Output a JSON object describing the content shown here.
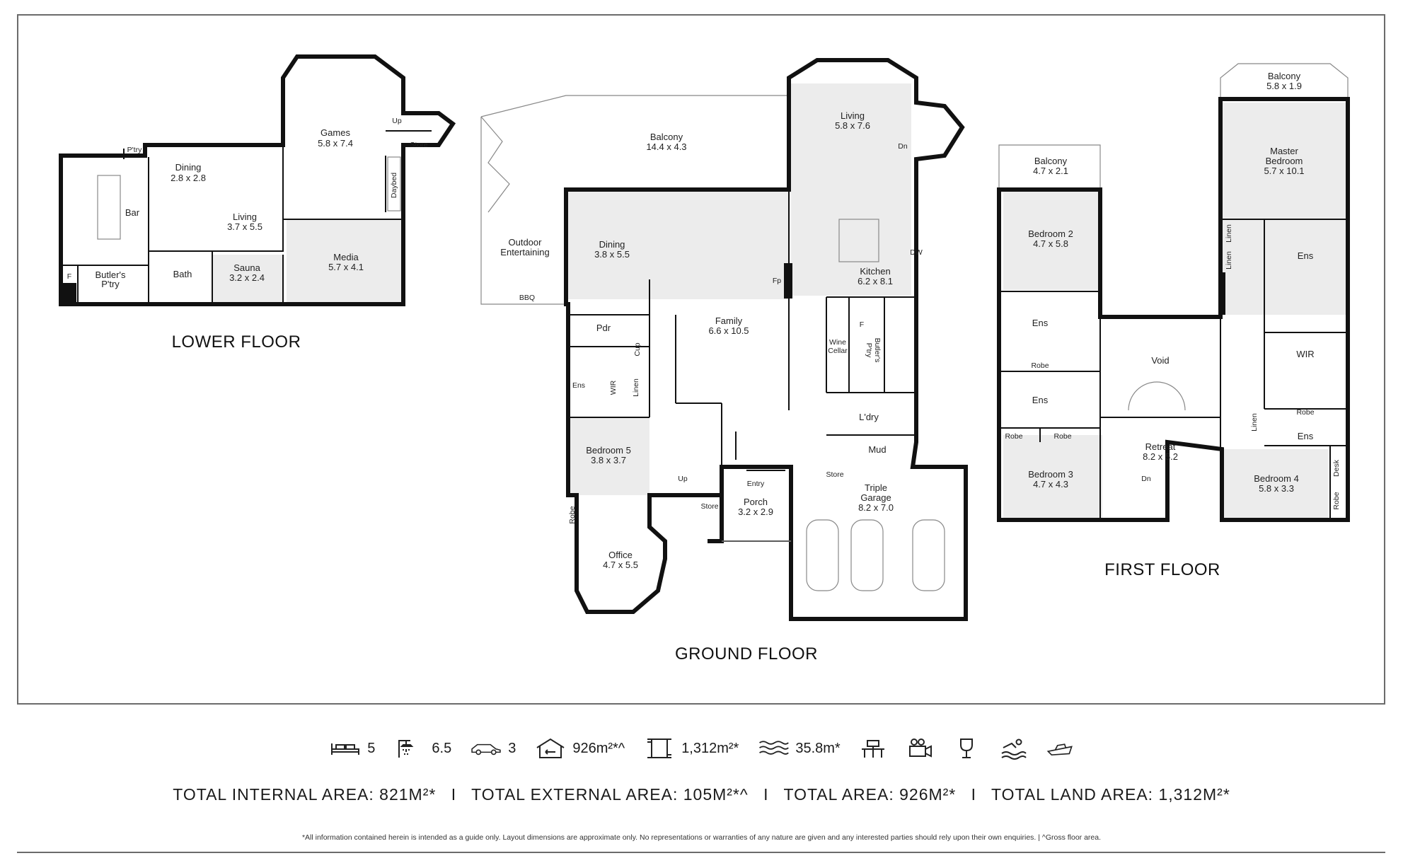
{
  "floors": {
    "lower": {
      "title": "LOWER FLOOR",
      "rooms": {
        "games": {
          "name": "Games",
          "dims": "5.8 x 7.4"
        },
        "dining": {
          "name": "Dining",
          "dims": "2.8 x 2.8"
        },
        "ptry": {
          "name": "P'try"
        },
        "bar": {
          "name": "Bar"
        },
        "living": {
          "name": "Living",
          "dims": "3.7 x 5.5"
        },
        "media": {
          "name": "Media",
          "dims": "5.7 x 4.1"
        },
        "sauna": {
          "name": "Sauna",
          "dims": "3.2 x 2.4"
        },
        "bath": {
          "name": "Bath"
        },
        "butlers": {
          "name": "Butler's",
          "name2": "P'try"
        },
        "fridge": {
          "name": "F"
        },
        "daybed": {
          "name": "Daybed"
        },
        "store": {
          "name": "Store"
        },
        "up": {
          "name": "Up"
        }
      }
    },
    "ground": {
      "title": "GROUND FLOOR",
      "rooms": {
        "balcony": {
          "name": "Balcony",
          "dims": "14.4 x 4.3"
        },
        "living": {
          "name": "Living",
          "dims": "5.8 x 7.6"
        },
        "outdoor": {
          "name": "Outdoor",
          "name2": "Entertaining"
        },
        "bbq": {
          "name": "BBQ"
        },
        "dining": {
          "name": "Dining",
          "dims": "3.8 x 5.5"
        },
        "fp": {
          "name": "Fp"
        },
        "kitchen": {
          "name": "Kitchen",
          "dims": "6.2 x 8.1"
        },
        "dw": {
          "name": "DW"
        },
        "dn": {
          "name": "Dn"
        },
        "family": {
          "name": "Family",
          "dims": "6.6 x 10.5"
        },
        "pdr": {
          "name": "Pdr"
        },
        "cup": {
          "name": "Cup"
        },
        "wine": {
          "name": "Wine",
          "name2": "Cellar"
        },
        "fridge": {
          "name": "F"
        },
        "butlers": {
          "name": "Butler's",
          "name2": "P'try"
        },
        "ens": {
          "name": "Ens"
        },
        "wir": {
          "name": "WIR"
        },
        "linen": {
          "name": "Linen"
        },
        "ldry": {
          "name": "L'dry"
        },
        "mud": {
          "name": "Mud"
        },
        "bed5": {
          "name": "Bedroom 5",
          "dims": "3.8 x 3.7"
        },
        "entry": {
          "name": "Entry"
        },
        "store1": {
          "name": "Store"
        },
        "store2": {
          "name": "Store"
        },
        "up": {
          "name": "Up"
        },
        "porch": {
          "name": "Porch",
          "dims": "3.2 x 2.9"
        },
        "garage": {
          "name": "Triple",
          "name2": "Garage",
          "dims": "8.2 x 7.0"
        },
        "robe": {
          "name": "Robe"
        },
        "office": {
          "name": "Office",
          "dims": "4.7 x 5.5"
        }
      }
    },
    "first": {
      "title": "FIRST FLOOR",
      "rooms": {
        "balcony1": {
          "name": "Balcony",
          "dims": "5.8 x 1.9"
        },
        "master": {
          "name": "Master",
          "name2": "Bedroom",
          "dims": "5.7 x 10.1"
        },
        "balcony2": {
          "name": "Balcony",
          "dims": "4.7 x 2.1"
        },
        "bed2": {
          "name": "Bedroom 2",
          "dims": "4.7 x 5.8"
        },
        "linen1": {
          "name": "Linen"
        },
        "linen2": {
          "name": "Linen"
        },
        "linen3": {
          "name": "Linen"
        },
        "ens_master": {
          "name": "Ens"
        },
        "ens_bed2": {
          "name": "Ens"
        },
        "robe_bed2": {
          "name": "Robe"
        },
        "void": {
          "name": "Void"
        },
        "wir": {
          "name": "WIR"
        },
        "ens3": {
          "name": "Ens"
        },
        "robe_master": {
          "name": "Robe"
        },
        "ens4": {
          "name": "Ens"
        },
        "robe3a": {
          "name": "Robe"
        },
        "robe3b": {
          "name": "Robe"
        },
        "retreat": {
          "name": "Retreat",
          "dims": "8.2 x 5.2"
        },
        "dn": {
          "name": "Dn"
        },
        "bed3": {
          "name": "Bedroom 3",
          "dims": "4.7 x 4.3"
        },
        "bed4": {
          "name": "Bedroom 4",
          "dims": "5.8 x 3.3"
        },
        "desk": {
          "name": "Desk"
        },
        "robe4": {
          "name": "Robe"
        }
      }
    }
  },
  "stats": {
    "bedrooms": "5",
    "bathrooms": "6.5",
    "cars": "3",
    "floor_area": "926m²*^",
    "land_area": "1,312m²*",
    "pool": "35.8m*"
  },
  "icons": [
    "bed-icon",
    "shower-icon",
    "car-icon",
    "house-area-icon",
    "land-area-icon",
    "pool-icon",
    "study-icon",
    "cinema-icon",
    "wine-icon",
    "swimmer-icon",
    "boat-icon"
  ],
  "totals": {
    "internal": "TOTAL INTERNAL AREA: 821M²*",
    "external": "TOTAL EXTERNAL AREA: 105M²*^",
    "total": "TOTAL AREA: 926M²*",
    "land": "TOTAL LAND AREA: 1,312M²*",
    "separator": "I"
  },
  "disclaimer": "*All information contained herein is intended as a guide only. Layout dimensions are approximate only. No representations or warranties of any nature are given and any interested parties should rely upon their own enquiries. | ^Gross floor area."
}
